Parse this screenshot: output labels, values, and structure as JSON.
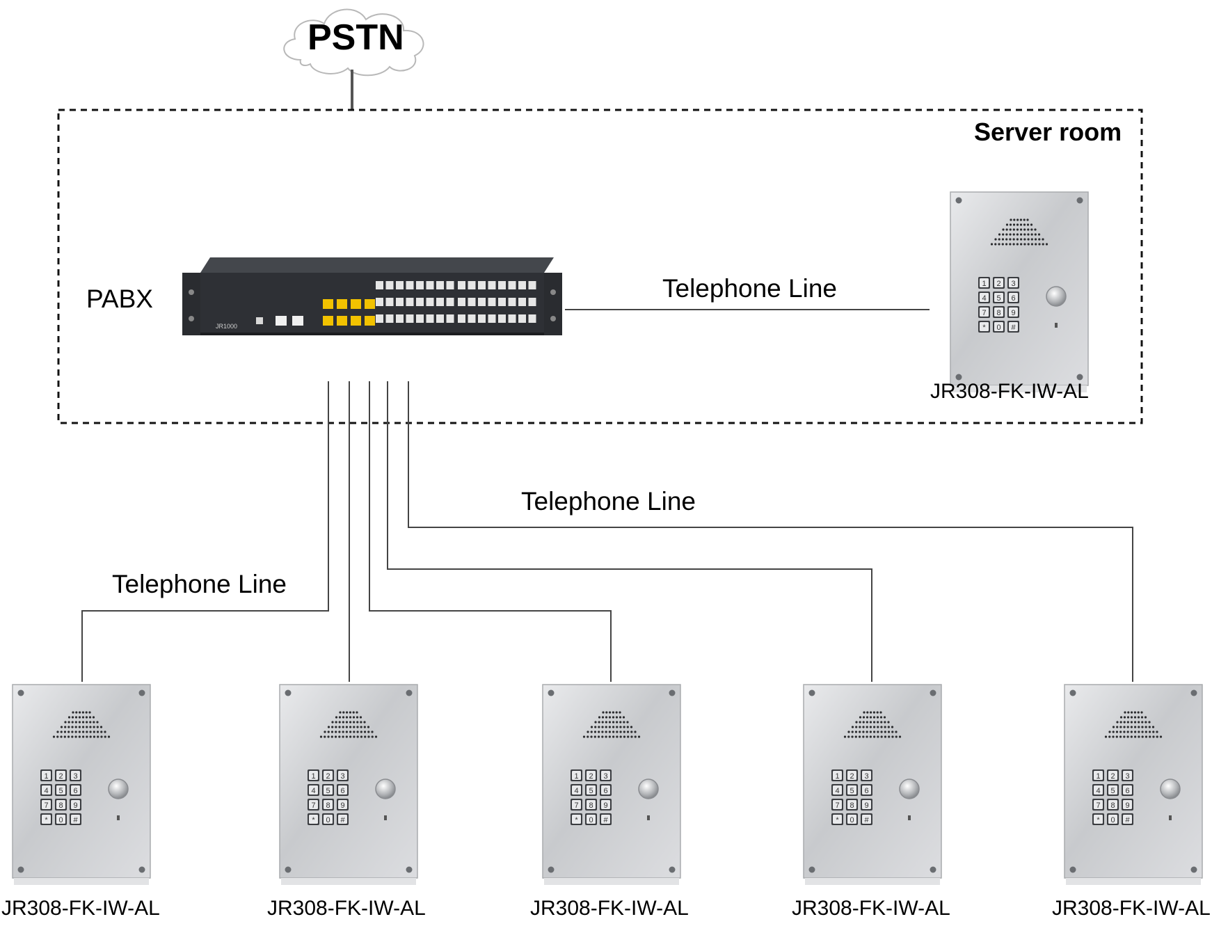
{
  "cloud": {
    "label": "PSTN"
  },
  "room": {
    "label": "Server room"
  },
  "pabx": {
    "label": "PABX",
    "model_text": "JR1000"
  },
  "lines": {
    "label_server": "Telephone Line",
    "label_upper": "Telephone Line",
    "label_lower": "Telephone Line"
  },
  "phones": [
    {
      "model": "JR308-FK-IW-AL"
    },
    {
      "model": "JR308-FK-IW-AL"
    },
    {
      "model": "JR308-FK-IW-AL"
    },
    {
      "model": "JR308-FK-IW-AL"
    },
    {
      "model": "JR308-FK-IW-AL"
    },
    {
      "model": "JR308-FK-IW-AL"
    }
  ],
  "keypad_keys": [
    "1",
    "2",
    "3",
    "4",
    "5",
    "6",
    "7",
    "8",
    "9",
    "*",
    "0",
    "#"
  ],
  "colors": {
    "line": "#444444",
    "panel": "#d0d2d4",
    "pabx_body": "#2e3035",
    "port_yellow": "#f2c200"
  }
}
